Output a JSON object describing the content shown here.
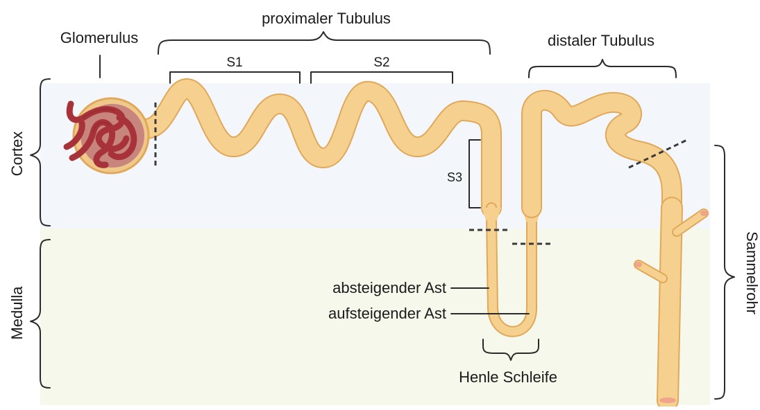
{
  "labels": {
    "glomerulus": "Glomerulus",
    "proximal": "proximaler Tubulus",
    "s1": "S1",
    "s2": "S2",
    "s3": "S3",
    "distal": "distaler Tubulus",
    "cortex": "Cortex",
    "medulla": "Medulla",
    "collecting_duct": "Sammelrohr",
    "descending": "absteigender Ast",
    "ascending": "aufsteigender Ast",
    "loop": "Henle Schleife"
  },
  "colors": {
    "tubule_fill": "#f6d08e",
    "tubule_stroke": "#e0a85a",
    "cortex_bg": "#f3f7fb",
    "medulla_bg": "#f6f8ec",
    "glomerulus_capsule": "#f0c98a",
    "glomerulus_inner": "#c7857e",
    "glomerulus_capillary": "#a8323a"
  }
}
